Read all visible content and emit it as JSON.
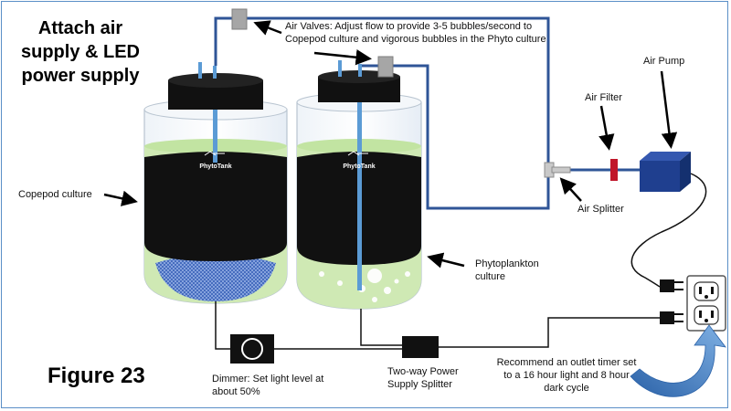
{
  "header": {
    "title": "Attach air supply & LED power supply",
    "figure_label": "Figure 23"
  },
  "labels": {
    "air_valves": "Air Valves:  Adjust flow to provide 3-5 bubbles/second to Copepod culture and vigorous bubbles in the Phyto culture",
    "air_pump": "Air Pump",
    "air_filter": "Air Filter",
    "air_splitter": "Air Splitter",
    "copepod": "Copepod culture",
    "phyto": "Phytoplankton culture",
    "dimmer": "Dimmer: Set light level at about 50%",
    "power_splitter": "Two-way Power Supply Splitter",
    "timer": "Recommend an outlet timer set to a 16 hour light and 8 hour dark cycle"
  },
  "brand": {
    "left_tank": "PhytoTank",
    "right_tank": "PhytoTank"
  },
  "colors": {
    "tube": "#2f5597",
    "water": "#cfe9b4",
    "sleeve": "#111111",
    "pump": "#1f3f8f",
    "filter": "#c0162a",
    "arrow_curved": "#4a86c8",
    "frame": "#5b8fc7"
  }
}
